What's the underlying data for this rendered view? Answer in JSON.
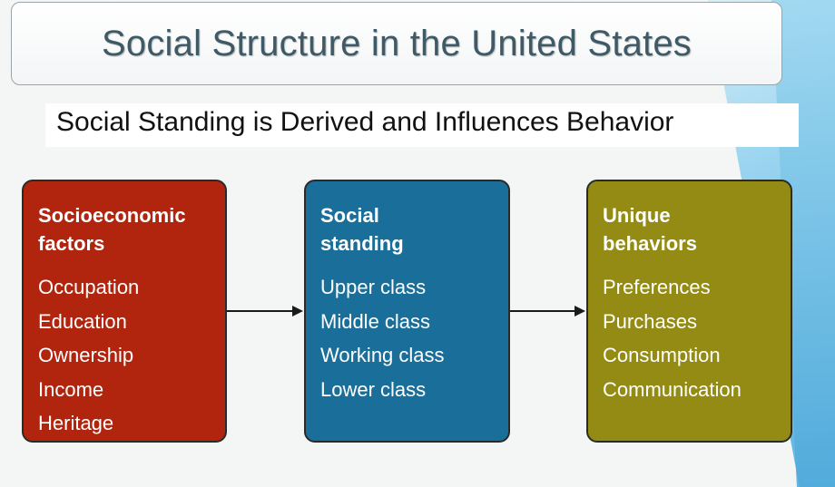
{
  "slide": {
    "title": "Social Structure in the United States",
    "subtitle": "Social Standing is Derived and Influences Behavior"
  },
  "boxes": [
    {
      "heading_line1": "Socioeconomic",
      "heading_line2": "factors",
      "items": [
        "Occupation",
        "Education",
        "Ownership",
        "Income",
        "Heritage"
      ],
      "color": "#b1250f"
    },
    {
      "heading_line1": "Social",
      "heading_line2": "standing",
      "items": [
        "Upper class",
        "Middle class",
        "Working class",
        "Lower class"
      ],
      "color": "#1a6f9a"
    },
    {
      "heading_line1": "Unique",
      "heading_line2": "behaviors",
      "items": [
        "Preferences",
        "Purchases",
        "Consumption",
        "Communication"
      ],
      "color": "#938b14"
    }
  ]
}
